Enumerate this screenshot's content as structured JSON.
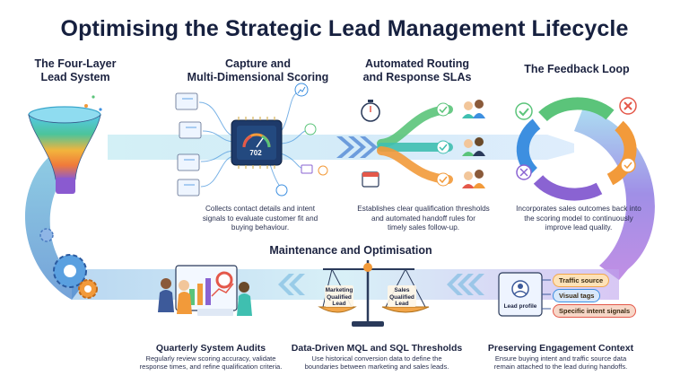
{
  "title": "Optimising the Strategic Lead Management Lifecycle",
  "sections": {
    "four_layer": {
      "heading": "The Four-Layer\nLead System"
    },
    "capture": {
      "heading": "Capture and\nMulti-Dimensional Scoring",
      "body": "Collects contact details and intent\nsignals to evaluate customer fit and\nbuying behaviour.",
      "score": "702"
    },
    "routing": {
      "heading": "Automated Routing\nand Response SLAs",
      "body": "Establishes clear qualification thresholds\nand automated handoff rules for\ntimely sales follow-up."
    },
    "feedback": {
      "heading": "The Feedback Loop",
      "body": "Incorporates sales outcomes back into\nthe scoring model to continuously\nimprove lead quality."
    },
    "maintenance": {
      "heading": "Maintenance and Optimisation"
    },
    "audits": {
      "heading": "Quarterly System Audits",
      "body": "Regularly review scoring accuracy, validate\nresponse times, and refine qualification criteria."
    },
    "thresholds": {
      "heading": "Data-Driven MQL and SQL Thresholds",
      "body": "Use historical conversion data to define the\nboundaries between marketing and sales leads.",
      "mql": "Marketing\nQualified\nLead",
      "sql": "Sales\nQualified\nLead"
    },
    "context": {
      "heading": "Preserving Engagement Context",
      "body": "Ensure buying intent and traffic source data\nremain attached to the lead during handoffs.",
      "profile": "Lead profile",
      "tags": [
        "Traffic source",
        "Visual tags",
        "Specific intent signals"
      ]
    }
  },
  "colors": {
    "title": "#16203f",
    "teal": "#3fbfb0",
    "green": "#5bc47a",
    "orange": "#f29a3a",
    "purple": "#8a63d2",
    "blue": "#3d8fe0",
    "red": "#e4584a"
  },
  "icons": [
    "funnel-icon",
    "chip-icon",
    "gauge-icon",
    "stopwatch-icon",
    "calendar-icon",
    "team-icon",
    "check-icon",
    "x-icon",
    "cycle-arrows-icon",
    "gear-icon",
    "scale-icon",
    "analyst-icon",
    "profile-card-icon"
  ]
}
